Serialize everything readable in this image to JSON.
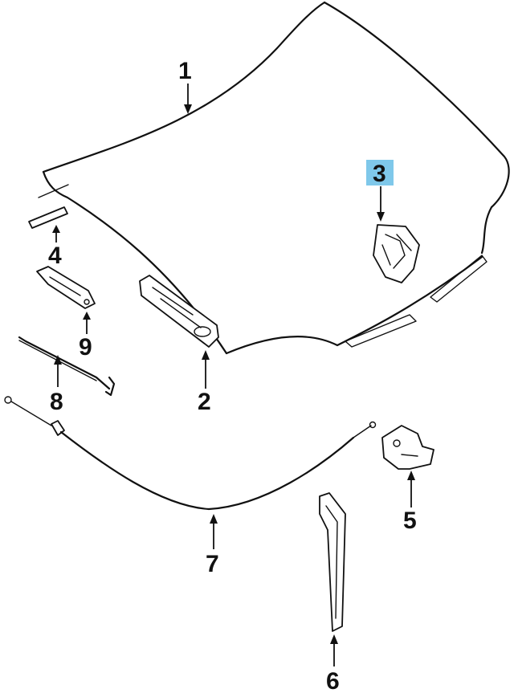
{
  "highlight_color": "#7fc8ea",
  "highlighted_callout": "3",
  "callouts": {
    "c1": "1",
    "c2": "2",
    "c3": "3",
    "c4": "4",
    "c5": "5",
    "c6": "6",
    "c7": "7",
    "c8": "8",
    "c9": "9"
  }
}
